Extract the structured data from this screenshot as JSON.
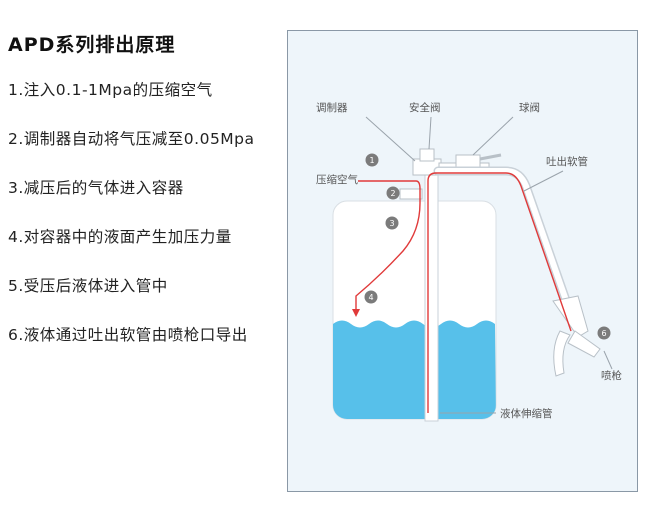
{
  "title": "APD系列排出原理",
  "steps": [
    "1.注入0.1-1Mpa的压缩空气",
    "2.调制器自动将气压减至0.05Mpa",
    "3.减压后的气体进入容器",
    "4.对容器中的液面产生加压力量",
    "5.受压后液体进入管中",
    "6.液体通过吐出软管由喷枪口导出"
  ],
  "diagram": {
    "labels": {
      "regulator": "调制器",
      "safety_valve": "安全阀",
      "ball_valve": "球阀",
      "compressed_air": "压缩空气",
      "discharge_hose": "吐出软管",
      "spray_gun": "喷枪",
      "telescopic_tube": "液体伸缩管"
    },
    "markers": [
      "1",
      "2",
      "3",
      "4",
      "6"
    ],
    "colors": {
      "liquid": "#57c0ea",
      "flow_line": "#e03a3a",
      "marker": "#7b7b7b",
      "container_fill": "#ffffff",
      "leader_line": "#9aa3ab"
    }
  }
}
